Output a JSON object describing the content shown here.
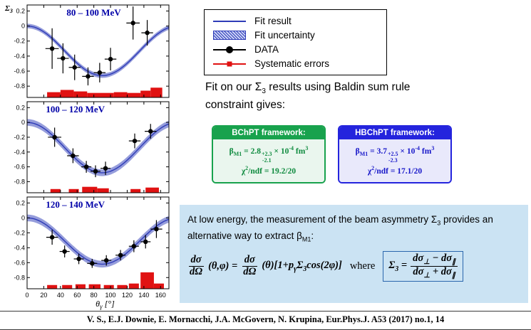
{
  "colors": {
    "fit_line": "#2e3cb8",
    "systematic": "#e01212",
    "panel_title": "#0000a8",
    "bchpt_green": "#18a24d",
    "bchpt_text": "#0e8a3e",
    "hbchpt_blue": "#2424dd",
    "hbchpt_text": "#1717c9",
    "info_background": "#cbe3f3"
  },
  "legend": {
    "items": [
      {
        "label": "Fit result"
      },
      {
        "label": "Fit uncertainty"
      },
      {
        "label": "DATA"
      },
      {
        "label": "Systematic errors"
      }
    ]
  },
  "fit_note": {
    "part1": "Fit on our ",
    "sigma": "Σ",
    "sigma_sub": "3",
    "part2": " results using Baldin sum rule constraint gives:"
  },
  "frameworks": [
    {
      "title": "BChPT framework:",
      "beta": "β",
      "beta_sub": "M1",
      "equals": " = ",
      "value": "2.8",
      "err_up": "+2.3",
      "err_dn": "-2.1",
      "mult": " × 10",
      "mult_exp": "-4",
      "unit": " fm",
      "unit_exp": "3",
      "chi": "χ",
      "chi_exp": "2",
      "chi_rest": "/ndf = 19.2/20"
    },
    {
      "title": "HBChPT framework:",
      "beta": "β",
      "beta_sub": "M1",
      "equals": " = ",
      "value": "3.7",
      "err_up": "+2.5",
      "err_dn": "-2.3",
      "mult": " × 10",
      "mult_exp": "-4",
      "unit": " fm",
      "unit_exp": "3",
      "chi": "χ",
      "chi_exp": "2",
      "chi_rest": "/ndf = 17.1/20"
    }
  ],
  "info": {
    "t1": "At low energy, the measurement of the beam asymmetry ",
    "sigma": "Σ",
    "sigma_sub": "3",
    "t2": " provides an alternative way to extract ",
    "beta": "β",
    "beta_sub": "M1",
    "t3": ":",
    "eq": {
      "f1n": "dσ",
      "f1d": "dΩ",
      "a1": "(θ,φ) = ",
      "f2n": "dσ",
      "f2d": "dΩ",
      "a2": "(θ)[1+p",
      "psub": "γ",
      "a3": "Σ",
      "s3sub": "3",
      "a4": "cos(2φ)]",
      "where": "where",
      "bl": "Σ",
      "blsub": "3",
      "beq": " = ",
      "bn1": "dσ",
      "bn1s": "⊥",
      "bnop": " − ",
      "bn2": "dσ",
      "bn2s": "∥",
      "bd1": "dσ",
      "bd1s": "⊥",
      "bdop": " + ",
      "bd2": "dσ",
      "bd2s": "∥"
    }
  },
  "citation": "V. S., E.J. Downie, E. Mornacchi, J.A. McGovern, N. Krupina, Eur.Phys.J. A53 (2017) no.1, 14",
  "chart_data": [
    {
      "type": "scatter",
      "title": "80 – 100 MeV",
      "ylabel": {
        "main": "Σ",
        "sub": "3"
      },
      "xlabel": null,
      "xlim": [
        0,
        170
      ],
      "ylim": [
        -0.95,
        0.28
      ],
      "yticks": [
        0.2,
        0,
        -0.2,
        -0.4,
        -0.6,
        -0.8
      ],
      "xticks": [
        0,
        20,
        40,
        60,
        80,
        100,
        120,
        140,
        160
      ],
      "show_x_tick_labels": false,
      "title_x_frac": 0.47,
      "fit": {
        "model": "amplitude*sin^2(theta)",
        "amplitude": -0.66,
        "band": 0.03
      },
      "points": [
        {
          "x": 30,
          "y": -0.3,
          "ey": 0.27,
          "ex": 8
        },
        {
          "x": 43,
          "y": -0.43,
          "ey": 0.2,
          "ex": 7
        },
        {
          "x": 57,
          "y": -0.55,
          "ey": 0.17,
          "ex": 7
        },
        {
          "x": 73,
          "y": -0.67,
          "ey": 0.12,
          "ex": 7
        },
        {
          "x": 87,
          "y": -0.62,
          "ey": 0.13,
          "ex": 7
        },
        {
          "x": 100,
          "y": -0.44,
          "ey": 0.15,
          "ex": 7
        },
        {
          "x": 127,
          "y": 0.04,
          "ey": 0.22,
          "ex": 8
        },
        {
          "x": 144,
          "y": -0.09,
          "ey": 0.17,
          "ex": 7
        }
      ],
      "systematics": [
        {
          "x": 24,
          "w": 16,
          "h": 0.07
        },
        {
          "x": 40,
          "w": 16,
          "h": 0.1
        },
        {
          "x": 56,
          "w": 16,
          "h": 0.08
        },
        {
          "x": 72,
          "w": 16,
          "h": 0.06
        },
        {
          "x": 88,
          "w": 16,
          "h": 0.06
        },
        {
          "x": 104,
          "w": 16,
          "h": 0.07
        },
        {
          "x": 120,
          "w": 16,
          "h": 0.06
        },
        {
          "x": 136,
          "w": 12,
          "h": 0.09
        },
        {
          "x": 148,
          "w": 14,
          "h": 0.13
        }
      ]
    },
    {
      "type": "scatter",
      "title": "100 – 120 MeV",
      "ylabel": null,
      "xlabel": null,
      "xlim": [
        0,
        170
      ],
      "ylim": [
        -0.95,
        0.28
      ],
      "yticks": [
        0.2,
        0,
        -0.2,
        -0.4,
        -0.6,
        -0.8
      ],
      "xticks": [
        0,
        20,
        40,
        60,
        80,
        100,
        120,
        140,
        160
      ],
      "show_x_tick_labels": false,
      "title_x_frac": 0.34,
      "fit": {
        "model": "amplitude*sin^2(theta)",
        "amplitude": -0.68,
        "band": 0.045
      },
      "points": [
        {
          "x": 33,
          "y": -0.2,
          "ey": 0.13,
          "ex": 8
        },
        {
          "x": 55,
          "y": -0.45,
          "ey": 0.1,
          "ex": 7
        },
        {
          "x": 71,
          "y": -0.6,
          "ey": 0.08,
          "ex": 6
        },
        {
          "x": 82,
          "y": -0.66,
          "ey": 0.08,
          "ex": 6
        },
        {
          "x": 94,
          "y": -0.62,
          "ey": 0.09,
          "ex": 6
        },
        {
          "x": 129,
          "y": -0.25,
          "ey": 0.1,
          "ex": 7
        },
        {
          "x": 148,
          "y": -0.12,
          "ey": 0.1,
          "ex": 7
        }
      ],
      "systematics": [
        {
          "x": 28,
          "w": 12,
          "h": 0.05
        },
        {
          "x": 50,
          "w": 12,
          "h": 0.05
        },
        {
          "x": 66,
          "w": 18,
          "h": 0.08
        },
        {
          "x": 84,
          "w": 14,
          "h": 0.06
        },
        {
          "x": 124,
          "w": 12,
          "h": 0.05
        },
        {
          "x": 142,
          "w": 16,
          "h": 0.07
        }
      ]
    },
    {
      "type": "scatter",
      "title": "120 – 140 MeV",
      "ylabel": null,
      "xlabel": {
        "main": "θ",
        "sub": "γ",
        "rest": " [°]"
      },
      "xlim": [
        0,
        170
      ],
      "ylim": [
        -0.95,
        0.28
      ],
      "yticks": [
        0.2,
        0,
        -0.2,
        -0.4,
        -0.6,
        -0.8
      ],
      "xticks": [
        0,
        20,
        40,
        60,
        80,
        100,
        120,
        140,
        160
      ],
      "show_x_tick_labels": true,
      "title_x_frac": 0.34,
      "fit": {
        "model": "amplitude*sin^2(theta)",
        "amplitude": -0.62,
        "band": 0.045
      },
      "points": [
        {
          "x": 30,
          "y": -0.26,
          "ey": 0.1,
          "ex": 7
        },
        {
          "x": 45,
          "y": -0.45,
          "ey": 0.08,
          "ex": 6
        },
        {
          "x": 62,
          "y": -0.55,
          "ey": 0.07,
          "ex": 6
        },
        {
          "x": 78,
          "y": -0.61,
          "ey": 0.06,
          "ex": 6
        },
        {
          "x": 95,
          "y": -0.57,
          "ey": 0.07,
          "ex": 6
        },
        {
          "x": 112,
          "y": -0.5,
          "ey": 0.07,
          "ex": 6
        },
        {
          "x": 128,
          "y": -0.38,
          "ey": 0.08,
          "ex": 6
        },
        {
          "x": 142,
          "y": -0.32,
          "ey": 0.09,
          "ex": 6
        },
        {
          "x": 155,
          "y": -0.15,
          "ey": 0.12,
          "ex": 7
        }
      ],
      "systematics": [
        {
          "x": 24,
          "w": 12,
          "h": 0.05
        },
        {
          "x": 42,
          "w": 12,
          "h": 0.05
        },
        {
          "x": 58,
          "w": 12,
          "h": 0.06
        },
        {
          "x": 74,
          "w": 14,
          "h": 0.06
        },
        {
          "x": 92,
          "w": 12,
          "h": 0.05
        },
        {
          "x": 108,
          "w": 12,
          "h": 0.05
        },
        {
          "x": 122,
          "w": 12,
          "h": 0.07
        },
        {
          "x": 136,
          "w": 16,
          "h": 0.22
        },
        {
          "x": 152,
          "w": 12,
          "h": 0.07
        }
      ]
    }
  ]
}
